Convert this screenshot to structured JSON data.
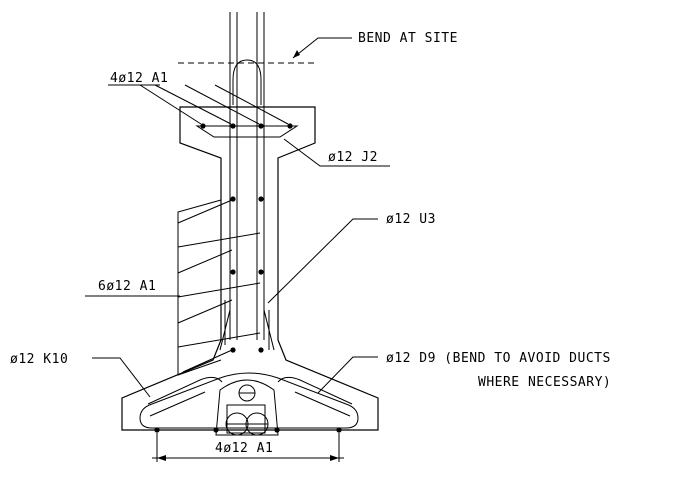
{
  "drawing": {
    "labels": {
      "bend_at_site": "BEND AT SITE",
      "top_bars": "4ø12 A1",
      "j2": "ø12 J2",
      "u3": "ø12 U3",
      "side_bars": "6ø12 A1",
      "k10": "ø12 K10",
      "d9_line1": "ø12 D9 (BEND TO AVOID DUCTS",
      "d9_line2": "WHERE NECESSARY)",
      "bottom_bars": "4ø12 A1"
    }
  }
}
